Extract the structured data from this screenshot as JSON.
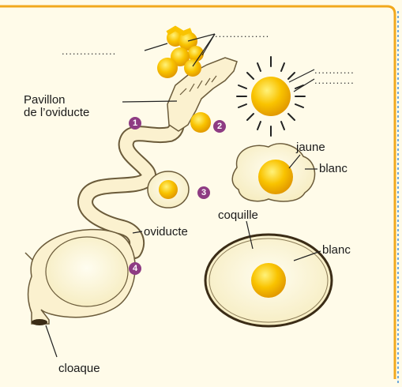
{
  "labels": {
    "blank_left": "...............",
    "blank_top": "...............",
    "blank_right_1": "...........",
    "blank_right_2": "...........",
    "pavillon_line1": "Pavillon",
    "pavillon_line2": "de l’oviducte",
    "jaune": "jaune",
    "blanc_egg": "blanc",
    "coquille": "coquille",
    "blanc_shell": "blanc",
    "oviducte": "oviducte",
    "cloaque": "cloaque"
  },
  "steps": [
    "1",
    "2",
    "3",
    "4"
  ],
  "colors": {
    "background": "#fffbe9",
    "border": "#f2a81d",
    "dashed_edge": "#6fa8dc",
    "yolk": "#f6b800",
    "albumen": "#fbf5d6",
    "tube": "#fbf1cf",
    "badge": "#8e3b83"
  }
}
